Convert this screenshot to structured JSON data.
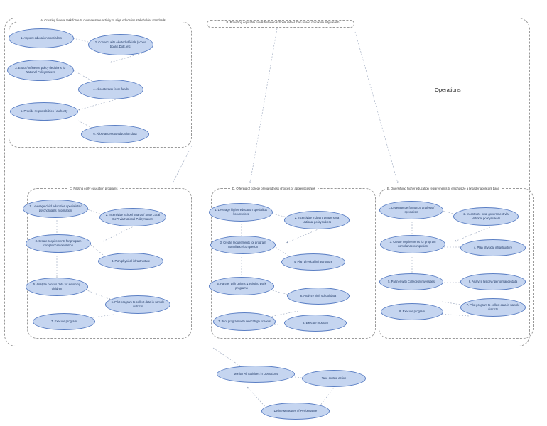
{
  "diagram": {
    "title": "Operations",
    "groups": [
      {
        "id": "A",
        "label": "A. Creating federal task force to oversee state activity to align education stakeholder standards",
        "nodes": [
          {
            "id": "a1",
            "text": "1. Appoint education specialists"
          },
          {
            "id": "a2",
            "text": "2. Connect with elected officials (school board, DoE, etc)"
          },
          {
            "id": "a3",
            "text": "3. Enact / Influence policy decisions for National Policymakers"
          },
          {
            "id": "a4",
            "text": "4. Allocate task force funds"
          },
          {
            "id": "a5",
            "text": "5. Provide responsibilities / authority"
          },
          {
            "id": "a6",
            "text": "6. Allow access to education data"
          }
        ]
      },
      {
        "id": "B",
        "label": "B. Providing equitable funds between schools rather than based on community wealth",
        "nodes": []
      },
      {
        "id": "C",
        "label": "C. Piloting early education programs",
        "nodes": [
          {
            "id": "c1",
            "text": "1. Leverage child education specialists / psychologists information"
          },
          {
            "id": "c2",
            "text": "2. Incentivize School Boards / State Local Gov't via National Policymakers"
          },
          {
            "id": "c3",
            "text": "3. Create requirements for program compliance/completion"
          },
          {
            "id": "c4",
            "text": "4. Plan physical infrastructure"
          },
          {
            "id": "c5",
            "text": "5. Analyze census data for incoming children"
          },
          {
            "id": "c6",
            "text": "6. Pilot program to collect data in sample districts"
          },
          {
            "id": "c7",
            "text": "7. Execute program"
          }
        ]
      },
      {
        "id": "D",
        "label": "D. Offering of college preparedness choices or apprenticeships",
        "nodes": [
          {
            "id": "d1",
            "text": "1. Leverage higher education specialists / counselors"
          },
          {
            "id": "d2",
            "text": "2. Incentivize Industry Leaders via National policymakers"
          },
          {
            "id": "d3",
            "text": "3. Create requirements for program compliance/completion"
          },
          {
            "id": "d4",
            "text": "4. Plan physical infrastructure"
          },
          {
            "id": "d5",
            "text": "5. Partner with unions & existing work programs"
          },
          {
            "id": "d6",
            "text": "6. Analyze high school data"
          },
          {
            "id": "d7",
            "text": "7. Pilot program with select high schools"
          },
          {
            "id": "d8",
            "text": "8. Execute program"
          }
        ]
      },
      {
        "id": "E",
        "label": "E. Diversifying higher education requirements to emphasize a broader applicant base",
        "nodes": [
          {
            "id": "e1",
            "text": "1. Leverage performance analysts / specialists"
          },
          {
            "id": "e2",
            "text": "2. Incentivize local government via National policymakers"
          },
          {
            "id": "e3",
            "text": "3. Create requirements for program compliance/completion"
          },
          {
            "id": "e4",
            "text": "4. Plan physical infrastructure"
          },
          {
            "id": "e5",
            "text": "5. Partner with Colleges/universities"
          },
          {
            "id": "e6",
            "text": "6. Analyze history / performance data"
          },
          {
            "id": "e7",
            "text": "7. Pilot program to collect data in sample districts"
          },
          {
            "id": "e8",
            "text": "8. Execute program"
          }
        ]
      }
    ],
    "control_loop": [
      {
        "id": "m1",
        "text": "Monitor All Activities in Operations"
      },
      {
        "id": "m2",
        "text": "Take control action"
      },
      {
        "id": "m3",
        "text": "Define Measures of Performance"
      }
    ]
  }
}
